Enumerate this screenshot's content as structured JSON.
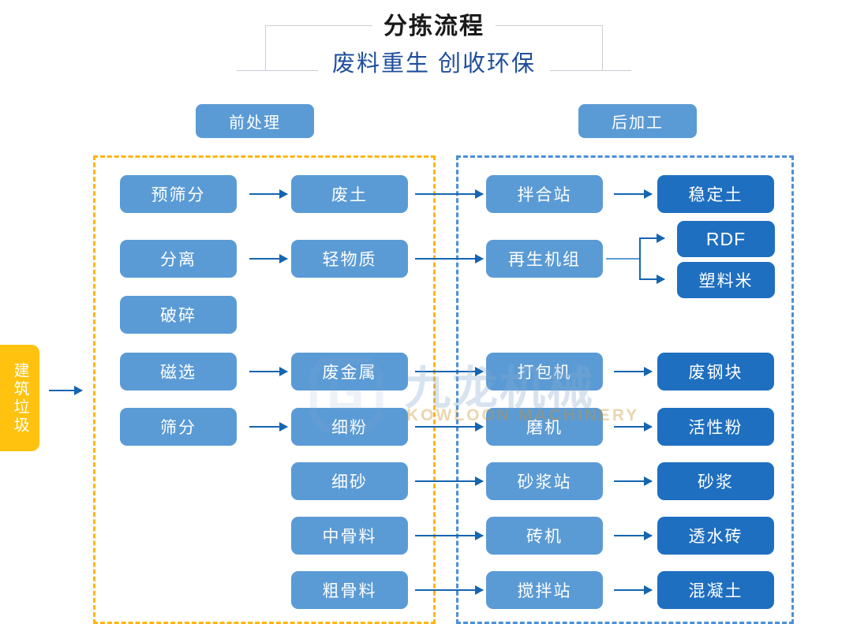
{
  "title": {
    "main": "分拣流程",
    "sub": "废料重生 创收环保"
  },
  "stages": {
    "pre_label": "前处理",
    "post_label": "后加工"
  },
  "input": {
    "label": "建筑垃圾"
  },
  "columns": {
    "process": [
      {
        "label": "预筛分"
      },
      {
        "label": "分离"
      },
      {
        "label": "破碎"
      },
      {
        "label": "磁选"
      },
      {
        "label": "筛分"
      }
    ],
    "material": [
      {
        "label": "废土"
      },
      {
        "label": "轻物质"
      },
      {
        "label": "废金属"
      },
      {
        "label": "细粉"
      },
      {
        "label": "细砂"
      },
      {
        "label": "中骨料"
      },
      {
        "label": "粗骨料"
      }
    ],
    "equipment": [
      {
        "label": "拌合站"
      },
      {
        "label": "再生机组"
      },
      {
        "label": "打包机"
      },
      {
        "label": "磨机"
      },
      {
        "label": "砂浆站"
      },
      {
        "label": "砖机"
      },
      {
        "label": "搅拌站"
      }
    ],
    "product": [
      {
        "label": "稳定土"
      },
      {
        "label": "RDF"
      },
      {
        "label": "塑料米"
      },
      {
        "label": "废钢块"
      },
      {
        "label": "活性粉"
      },
      {
        "label": "砂浆"
      },
      {
        "label": "透水砖"
      },
      {
        "label": "混凝土"
      }
    ]
  },
  "watermark": {
    "cn": "九龙机械",
    "en": "KOWLOON MACHINERY"
  },
  "colors": {
    "light_blue": "#5b9bd5",
    "dark_blue": "#1f6fc0",
    "arrow_blue": "#1565b0",
    "yellow": "#ffc20e",
    "frame_yellow": "#ffb511",
    "frame_blue": "#4a90d9",
    "title_navy": "#1f4e9c"
  }
}
